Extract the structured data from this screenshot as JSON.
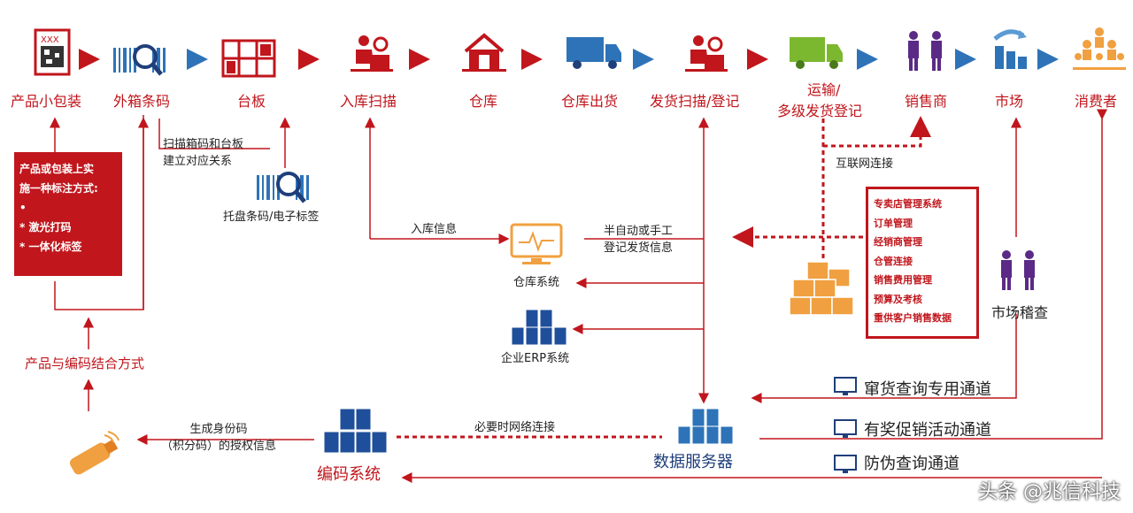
{
  "top_flow": [
    {
      "id": "package",
      "label": "产品小包装",
      "icon": "package-box-icon"
    },
    {
      "id": "barcode",
      "label": "外箱条码",
      "icon": "barcode-scan-icon"
    },
    {
      "id": "pallet",
      "label": "台板",
      "icon": "pallet-rack-icon"
    },
    {
      "id": "inbound",
      "label": "入库扫描",
      "icon": "worker-scan-icon"
    },
    {
      "id": "warehouse",
      "label": "仓库",
      "icon": "warehouse-icon"
    },
    {
      "id": "ship",
      "label": "仓库出货",
      "icon": "truck-icon"
    },
    {
      "id": "dispatch",
      "label": "发货扫描/登记",
      "icon": "worker-scan-icon"
    },
    {
      "id": "transport",
      "label": "运输/",
      "label2": "多级发货登记",
      "icon": "green-truck-icon"
    },
    {
      "id": "dealer",
      "label": "销售商",
      "icon": "people-icon"
    },
    {
      "id": "market",
      "label": "市场",
      "icon": "bar-growth-icon"
    },
    {
      "id": "consumer",
      "label": "消费者",
      "icon": "consumers-icon"
    }
  ],
  "pallet_scan_note": {
    "line1": "扫描箱码和台板",
    "line2": "建立对应关系"
  },
  "pallet_label": "托盘条码/电子标签",
  "marking_box": {
    "title1": "产品或包装上实",
    "title2": "施一种标注方式:",
    "items": [
      "•",
      "* 激光打码",
      "* 一体化标签"
    ]
  },
  "combine_label": "产品与编码结合方式",
  "inbound_info": "入库信息",
  "manual_info": {
    "line1": "半自动或手工",
    "line2": "登记发货信息"
  },
  "internet_label": "互联网连接",
  "warehouse_system": "仓库系统",
  "erp_system": "企业ERP系统",
  "dealer_systems": [
    "专卖店管理系统",
    "订单管理",
    "经销商管理",
    "仓管连接",
    "销售费用管理",
    "预算及考核",
    "重供客户销售数据"
  ],
  "market_inspection": "市场稽查",
  "channels": [
    "窜货查询专用通道",
    "有奖促销活动通道",
    "防伪查询通道"
  ],
  "data_server": "数据服务器",
  "coding_system": "编码系统",
  "network_link": "必要时网络连接",
  "id_code": {
    "line1": "生成身份码",
    "line2": "（积分码）的授权信息"
  },
  "watermark": "头条 @兆信科技",
  "colors": {
    "red": "#c0161c",
    "blue": "#2e73b8",
    "navy": "#1f3f7a",
    "purple": "#5b2a86",
    "green": "#7cb82f",
    "orange": "#f0a040"
  }
}
